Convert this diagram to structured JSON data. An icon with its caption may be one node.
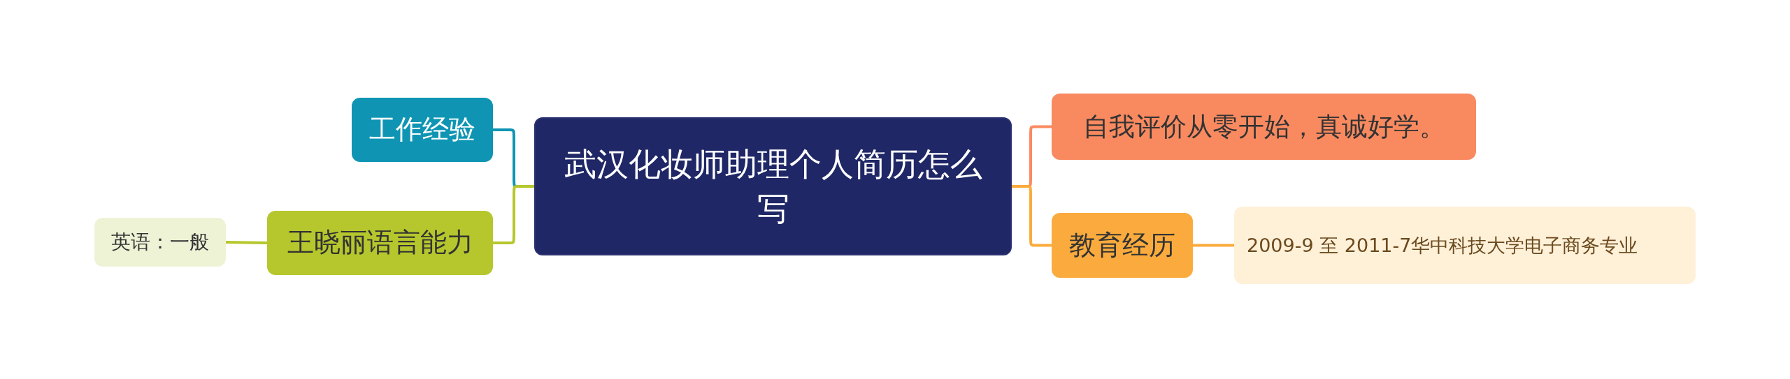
{
  "diagram": {
    "nodes": [
      {
        "text": [
          "武汉化妆师助理个人简历怎么写"
        ]
      },
      {
        "text": [
          "工作经验"
        ]
      },
      {
        "text": [
          "王晓丽语言能力"
        ]
      },
      {
        "text": [
          "英语：一般"
        ]
      },
      {
        "text": [
          "自我评价从零开始，真诚好学。"
        ]
      },
      {
        "text": [
          "教育经历"
        ]
      },
      {
        "text": [
          "2009-9 至 2011-7华中科技大学电子商务专业"
        ]
      }
    ],
    "edges": [
      {
        "from": 0,
        "to": 1,
        "arrow": "none",
        "color": "#0f95b3"
      },
      {
        "from": 0,
        "to": 2,
        "arrow": "none",
        "color": "#b5c72c"
      },
      {
        "from": 2,
        "to": 3,
        "arrow": "none",
        "color": "#b5c72c"
      },
      {
        "from": 0,
        "to": 4,
        "arrow": "none",
        "color": "#f98a60"
      },
      {
        "from": 0,
        "to": 5,
        "arrow": "none",
        "color": "#fbab3d"
      },
      {
        "from": 5,
        "to": 6,
        "arrow": "none",
        "color": "#fbab3d"
      }
    ]
  }
}
